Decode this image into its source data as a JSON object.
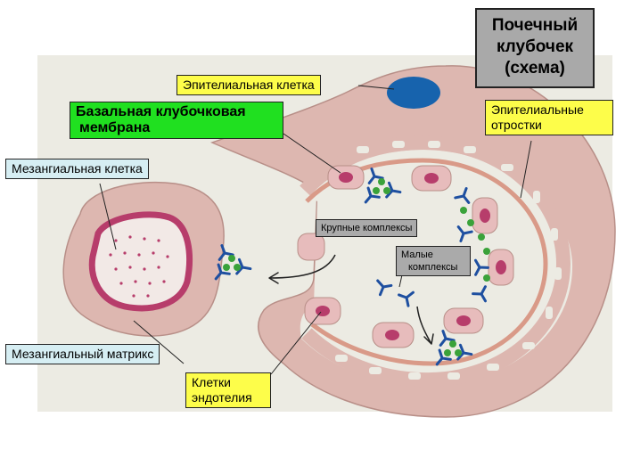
{
  "title": {
    "lines": [
      "Почечный",
      "клубочек",
      "(схема)"
    ]
  },
  "labels": {
    "epithelial_cell": "Эпителиальная клетка",
    "basement_membrane": [
      "Базальная клубочковая",
      "мембрана"
    ],
    "mesangial_cell": "Мезангиальная клетка",
    "epithelial_processes": [
      "Эпителиальные",
      "отростки"
    ],
    "large_complexes": "Крупные комплексы",
    "small_complexes": [
      "Малые",
      "комплексы"
    ],
    "mesangial_matrix": "Мезангиальный матрикс",
    "endothelial_cells": [
      "Клетки",
      "эндотелия"
    ]
  },
  "colors": {
    "background_card": "#ecebe3",
    "capsule": "#ddb7b0",
    "capsule_outline": "#b88f88",
    "basement_membrane": "#d99a88",
    "endothelial_cell": "#e7bcbc",
    "nucleus": "#b73d6b",
    "epithelial_nucleus": "#1763ad",
    "immune_complex": "#1e4fa0",
    "complex_dot": "#3aa23a",
    "label_yellow": "#fdfd4a",
    "label_cyan": "#d6eef3",
    "label_green": "#20e020",
    "label_gray": "#aaaaaa"
  }
}
